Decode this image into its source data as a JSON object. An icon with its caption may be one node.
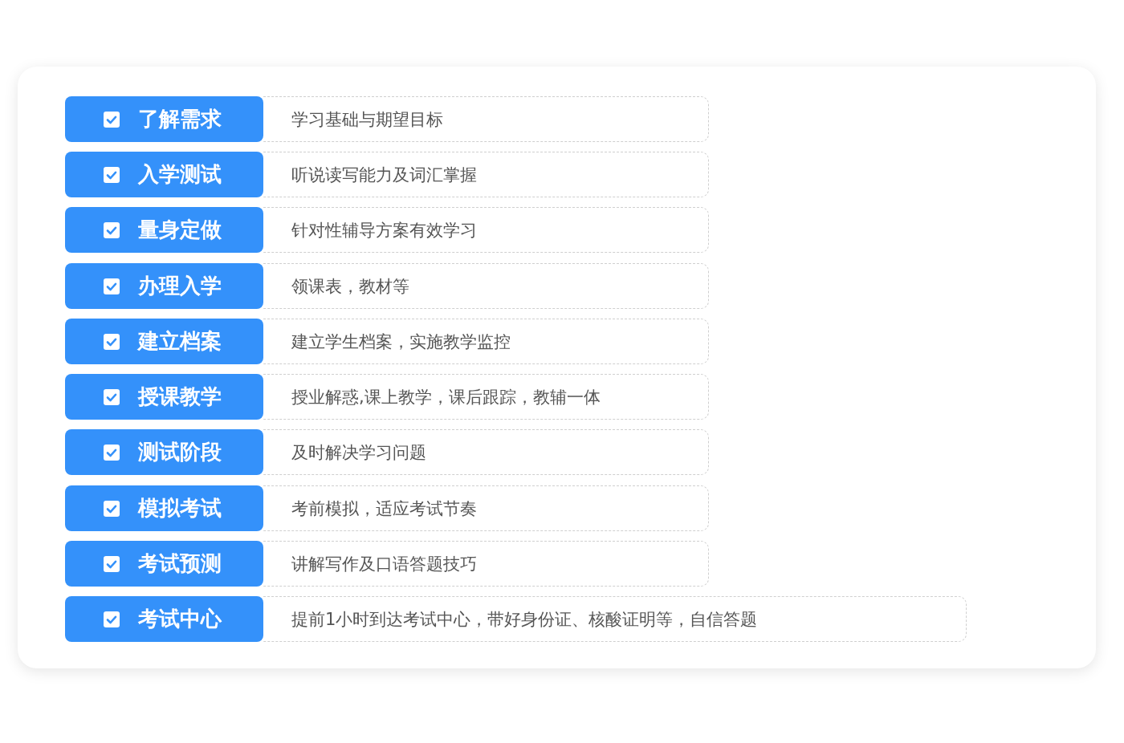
{
  "diagram": {
    "nodes": [
      {
        "text": [
          "了解需求"
        ]
      },
      {
        "text": [
          "学习基础与期望目标"
        ]
      },
      {
        "text": [
          "入学测试"
        ]
      },
      {
        "text": [
          "听说读写能力及词汇掌握"
        ]
      },
      {
        "text": [
          "量身定做"
        ]
      },
      {
        "text": [
          "针对性辅导方案有效学习"
        ]
      },
      {
        "text": [
          "办理入学"
        ]
      },
      {
        "text": [
          "领课表，教材等"
        ]
      },
      {
        "text": [
          "建立档案"
        ]
      },
      {
        "text": [
          "建立学生档案，实施教学监控"
        ]
      },
      {
        "text": [
          "授课教学"
        ]
      },
      {
        "text": [
          "授业解惑,课上教学，课后跟踪，教辅一体"
        ]
      },
      {
        "text": [
          "测试阶段"
        ]
      },
      {
        "text": [
          "及时解决学习问题"
        ]
      },
      {
        "text": [
          "模拟考试"
        ]
      },
      {
        "text": [
          "考前模拟，适应考试节奏"
        ]
      },
      {
        "text": [
          "考试预测"
        ]
      },
      {
        "text": [
          "讲解写作及口语答题技巧"
        ]
      },
      {
        "text": [
          "考试中心"
        ]
      },
      {
        "text": [
          "提前1小时到达考试中心，带好身份证、核酸证明等，自信答题"
        ]
      }
    ]
  }
}
